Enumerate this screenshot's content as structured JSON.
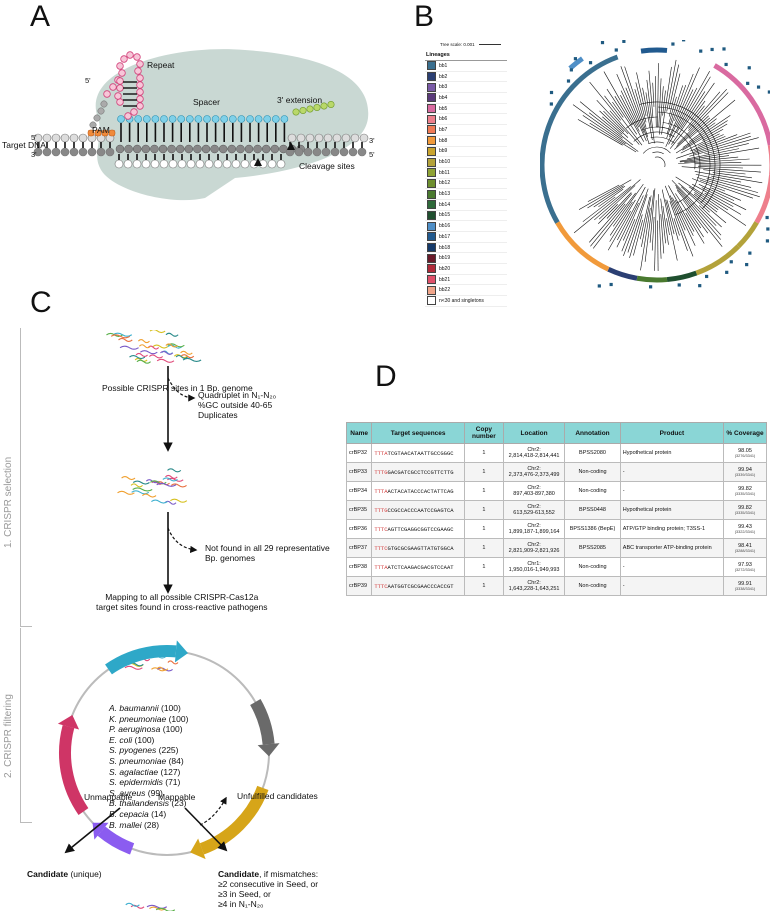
{
  "panels": {
    "a": "A",
    "b": "B",
    "c": "C",
    "d": "D"
  },
  "panelA": {
    "repeat": "Repeat",
    "spacer": "Spacer",
    "extension": "3' extension",
    "pam": "PAM",
    "target_dna": "Target DNA",
    "cleavage": "Cleavage sites",
    "five_prime": "5'",
    "three_prime": "3'"
  },
  "panelB": {
    "tree_scale": "Tree scale: 0.001",
    "legend_title": "Lineages",
    "lineages": [
      {
        "label": "bb1",
        "color": "#3a6f8f"
      },
      {
        "label": "bb2",
        "color": "#2b3f73"
      },
      {
        "label": "bb3",
        "color": "#7a5aa6"
      },
      {
        "label": "bb4",
        "color": "#5a3a7a"
      },
      {
        "label": "bb5",
        "color": "#d96aa0"
      },
      {
        "label": "bb6",
        "color": "#ee7f8c"
      },
      {
        "label": "bb7",
        "color": "#f07a55"
      },
      {
        "label": "bb8",
        "color": "#f19a3b"
      },
      {
        "label": "bb9",
        "color": "#c9a42e"
      },
      {
        "label": "bb10",
        "color": "#b3a23a"
      },
      {
        "label": "bb11",
        "color": "#8fa335"
      },
      {
        "label": "bb12",
        "color": "#6e8f2f"
      },
      {
        "label": "bb13",
        "color": "#4a7a2f"
      },
      {
        "label": "bb14",
        "color": "#2f6a3a"
      },
      {
        "label": "bb15",
        "color": "#1f4f2f"
      },
      {
        "label": "bb16",
        "color": "#4f8fc7"
      },
      {
        "label": "bb17",
        "color": "#215a8f"
      },
      {
        "label": "bb18",
        "color": "#153a6a"
      },
      {
        "label": "bb19",
        "color": "#6a1a2a"
      },
      {
        "label": "bb20",
        "color": "#b02a3a"
      },
      {
        "label": "bb21",
        "color": "#e0506a"
      },
      {
        "label": "bb22",
        "color": "#f0a58a"
      },
      {
        "label": "n<30 and singletons",
        "color": "#ffffff"
      }
    ]
  },
  "panelC": {
    "stage1": "1. CRISPR selection",
    "stage2": "2. CRISPR filtering",
    "possible_sites": "Possible CRISPR sites in 1 Bp. genome",
    "filter1": [
      "Quadruplet in N₁-N₂₀",
      "%GC outside 40-65",
      "Duplicates"
    ],
    "filter2": [
      "Not found in all 29 representative",
      "Bp. genomes"
    ],
    "mapping": [
      "Mapping to all possible CRISPR-Cas12a",
      "target sites found in cross-reactive pathogens"
    ],
    "pathogens": [
      {
        "name": "A. baumannii",
        "count": "(100)"
      },
      {
        "name": "K. pneumoniae",
        "count": "(100)"
      },
      {
        "name": "P. aeruginosa",
        "count": "(100)"
      },
      {
        "name": "E. coli",
        "count": "(100)"
      },
      {
        "name": "S. pyogenes",
        "count": "(225)"
      },
      {
        "name": "S. pneumoniae",
        "count": "(84)"
      },
      {
        "name": "S. agalactiae",
        "count": "(127)"
      },
      {
        "name": "S. epidermidis",
        "count": "(71)"
      },
      {
        "name": "S. aureus",
        "count": "(99)"
      },
      {
        "name": "B. thailandensis",
        "count": "(23)"
      },
      {
        "name": "B. cepacia",
        "count": "(14)"
      },
      {
        "name": "B. mallei",
        "count": "(28)"
      }
    ],
    "unmappable": "Unmappable",
    "mappable": "Mappable",
    "unfulfilled": "Unfulfilled candidates",
    "candidate_unique_bold": "Candidate",
    "candidate_unique_rest": " (unique)",
    "candidate_mm_bold": "Candidate",
    "candidate_mm_rest": ", if mismatches:",
    "candidate_mm_lines": [
      "≥2 consecutive in Seed, or",
      "≥3 in Seed, or",
      "≥4 in N₁-N₂₀"
    ],
    "arc_colors": [
      "#2ea8c8",
      "#6a6a6a",
      "#d6a519",
      "#8b5cf0",
      "#cf3566"
    ]
  },
  "panelD": {
    "headers": [
      "Name",
      "Target sequences",
      "Copy number",
      "Location",
      "Annotation",
      "Product",
      "% Coverage"
    ],
    "rows": [
      {
        "name": "crBP32",
        "pam": "TTTA",
        "seq": "TCGTAACATAATTGCCGGGC",
        "copy": "1",
        "loc1": "Chr2:",
        "loc2": "2,814,418-2,814,441",
        "annot": "BPSS2080",
        "product": "Hypothetical protein",
        "cov": "98.05",
        "cov_sub": "(3276/3341)"
      },
      {
        "name": "crBP33",
        "pam": "TTTG",
        "seq": "GACGATCGCCTCCGTTCTTG",
        "copy": "1",
        "loc1": "Chr2:",
        "loc2": "2,373,476-2,373,499",
        "annot": "Non-coding",
        "product": "-",
        "cov": "99.94",
        "cov_sub": "(3339/3341)"
      },
      {
        "name": "crBP34",
        "pam": "TTTA",
        "seq": "ACTACATACCCACTATTCAG",
        "copy": "1",
        "loc1": "Chr2:",
        "loc2": "897,403-897,380",
        "annot": "Non-coding",
        "product": "-",
        "cov": "99.82",
        "cov_sub": "(3335/3341)"
      },
      {
        "name": "crBP35",
        "pam": "TTTG",
        "seq": "CCGCCACCCAATCCGAGTCA",
        "copy": "1",
        "loc1": "Chr2:",
        "loc2": "613,529-613,552",
        "annot": "BPSS0448",
        "product": "Hypothetical protein",
        "cov": "99.82",
        "cov_sub": "(3335/3341)"
      },
      {
        "name": "crBP36",
        "pam": "TTTC",
        "seq": "AGTTCGAGGCGGTCCGAAGC",
        "copy": "1",
        "loc1": "Chr2:",
        "loc2": "1,899,187-1,899,164",
        "annot": "BPSS1386 (BepE)",
        "product": "ATP/GTP binding protein; T3SS-1",
        "cov": "99.43",
        "cov_sub": "(3322/3341)"
      },
      {
        "name": "crBP37",
        "pam": "TTTC",
        "seq": "GTGCGCGAAGTTATGTGGCA",
        "copy": "1",
        "loc1": "Chr2:",
        "loc2": "2,821,909-2,821,926",
        "annot": "BPSS2085",
        "product": "ABC transporter ATP-binding protein",
        "cov": "98.41",
        "cov_sub": "(3288/3341)"
      },
      {
        "name": "crBP38",
        "pam": "TTTA",
        "seq": "ATCTCAAGACGACGTCCAAT",
        "copy": "1",
        "loc1": "Chr1:",
        "loc2": "1,950,016-1,949,993",
        "annot": "Non-coding",
        "product": "-",
        "cov": "97.93",
        "cov_sub": "(3272/3341)"
      },
      {
        "name": "crBP39",
        "pam": "TTTC",
        "seq": "AATGGTCGCGAACCCACCGT",
        "copy": "1",
        "loc1": "Chr2:",
        "loc2": "1,643,228-1,643,251",
        "annot": "Non-coding",
        "product": "-",
        "cov": "99.91",
        "cov_sub": "(3338/3341)"
      }
    ]
  }
}
